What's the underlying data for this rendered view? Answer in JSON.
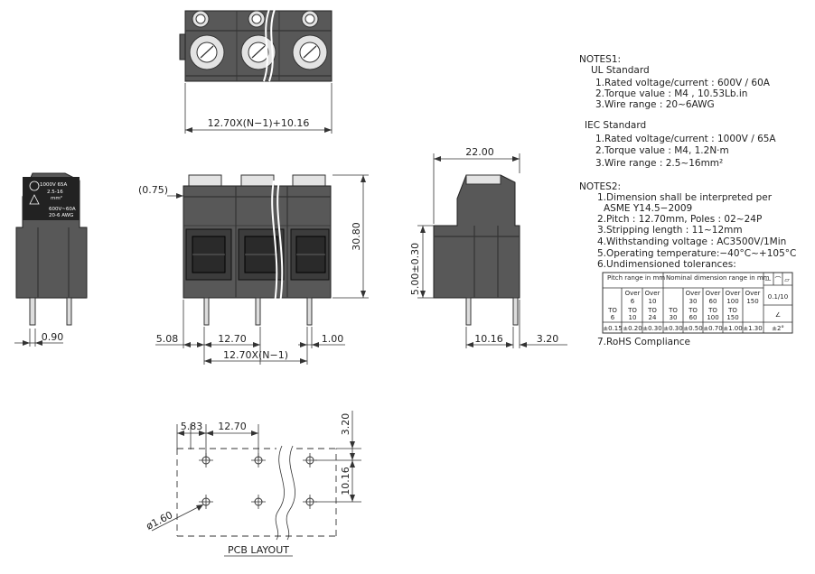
{
  "dimensions": {
    "top_width": "12.70X(N−1)+10.16",
    "front_thickness": "(0.75)",
    "front_height": "30.80",
    "front_left": "5.08",
    "front_pitch": "12.70",
    "front_pin": "1.00",
    "front_bottom": "12.70X(N−1)",
    "side_pin": "0.90",
    "right_width": "22.00",
    "right_height": "5.00±0.30",
    "right_offset": "10.16",
    "right_pin_offset": "3.20",
    "pcb_left": "5.83",
    "pcb_pitch": "12.70",
    "pcb_top": "3.20",
    "pcb_row": "10.16",
    "pcb_hole": "ø1.60"
  },
  "pcb_layout_label": "PCB LAYOUT",
  "side_label": {
    "line1": "1000V 65A",
    "line2": "2.5-16",
    "line3": "mm²",
    "line4": "600V~60A",
    "line5": "20-6 AWG"
  },
  "notes1": {
    "title": "NOTES1:",
    "ul_title": "UL Standard",
    "ul_items": [
      "1.Rated voltage/current : 600V / 60A",
      "2.Torque value : M4 , 10.53Lb.in",
      "3.Wire range : 20~6AWG"
    ],
    "iec_title": "IEC Standard",
    "iec_items": [
      "1.Rated voltage/current : 1000V / 65A",
      "2.Torque value : M4, 1.2N·m",
      "3.Wire range : 2.5~16mm²"
    ]
  },
  "notes2": {
    "title": "NOTES2:",
    "items": [
      "1.Dimension shall be interpreted per",
      "ASME Y14.5−2009",
      "2.Pitch : 12.70mm, Poles : 02~24P",
      "3.Stripping length : 11~12mm",
      "4.Withstanding voltage : AC3500V/1Min",
      "5.Operating temperature:−40°C~+105°C",
      "6.Undimensioned tolerances:"
    ],
    "last": "7.RoHS Compliance"
  },
  "tolerance_table": {
    "pitch_header": "Pitch range in mm",
    "nominal_header": "Nominal dimension range in mm",
    "symbols": [
      "—",
      "⌒",
      "▱"
    ],
    "flat": "0.1/10",
    "angle": "∠",
    "pitch_cols": [
      [
        "TO",
        "6"
      ],
      [
        "Over",
        "6",
        "TO",
        "10"
      ],
      [
        "Over",
        "10",
        "TO",
        "24"
      ]
    ],
    "nominal_cols": [
      [
        "TO",
        "30"
      ],
      [
        "Over",
        "30",
        "TO",
        "60"
      ],
      [
        "Over",
        "60",
        "TO",
        "100"
      ],
      [
        "Over",
        "100",
        "TO",
        "150"
      ],
      [
        "Over",
        "150"
      ]
    ],
    "tolerances": [
      "±0.15",
      "±0.20",
      "±0.30",
      "±0.30",
      "±0.50",
      "±0.70",
      "±1.00",
      "±1.30",
      "±2°"
    ]
  }
}
